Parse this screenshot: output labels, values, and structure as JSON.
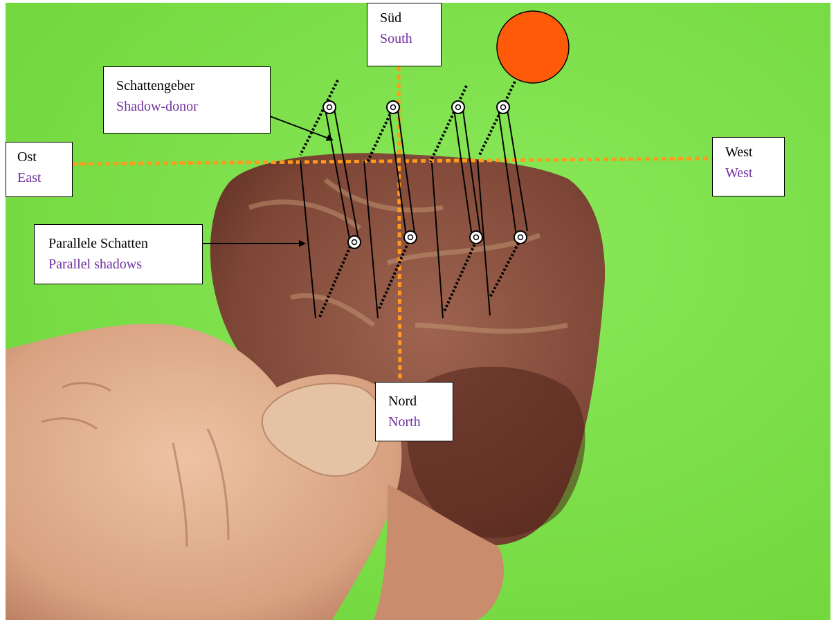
{
  "labels": {
    "south": {
      "de": "Süd",
      "en": "South"
    },
    "east": {
      "de": "Ost",
      "en": "East"
    },
    "west": {
      "de": "West",
      "en": "West"
    },
    "north": {
      "de": "Nord",
      "en": "North"
    },
    "shadow_donor": {
      "de": "Schattengeber",
      "en": "Shadow-donor"
    },
    "parallel_shadows": {
      "de": "Parallele Schatten",
      "en": "Parallel shadows"
    }
  },
  "colors": {
    "background_green": "#7ee046",
    "sun": "#ff5a0a",
    "compass_line": "#ff9a1a",
    "translation_text": "#7030a0",
    "stone": "#8c5440",
    "hand": "#e2b08e"
  }
}
